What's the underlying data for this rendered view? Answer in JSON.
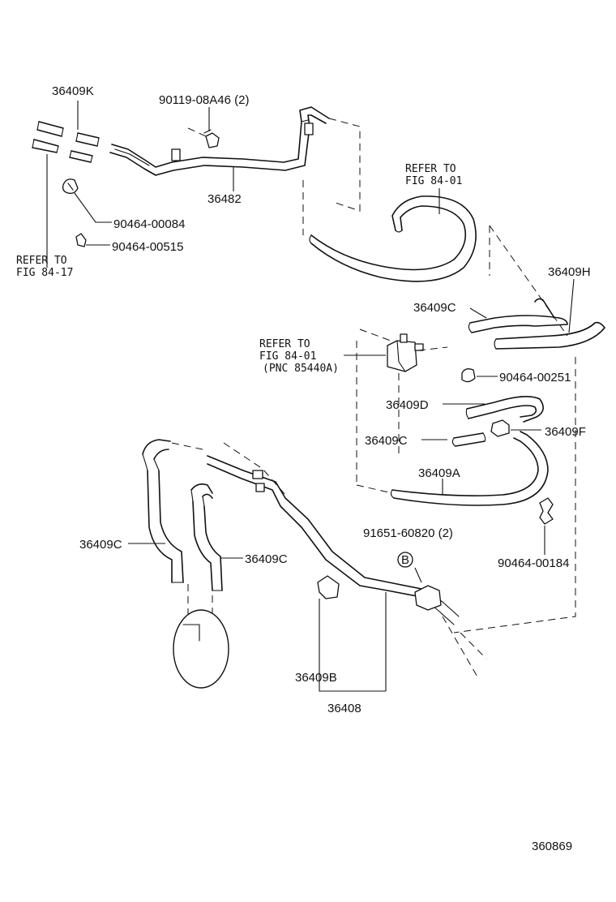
{
  "labels": {
    "p36409K": "36409K",
    "p90119": "90119-08A46 (2)",
    "p36482": "36482",
    "p90464_00084": "90464-00084",
    "p90464_00515": "90464-00515",
    "refer_84_17_a": "REFER TO",
    "refer_84_17_b": "FIG 84-17",
    "refer_84_01_top_a": "REFER TO",
    "refer_84_01_top_b": "FIG 84-01",
    "p36409H": "36409H",
    "p36409C_top": "36409C",
    "refer_84_01_mid_a": "REFER TO",
    "refer_84_01_mid_b": "FIG 84-01",
    "refer_84_01_mid_c": "(PNC 85440A)",
    "p90464_00251": "90464-00251",
    "p36409D": "36409D",
    "p36409F": "36409F",
    "p36409C_mid": "36409C",
    "p36409A": "36409A",
    "p91651": "91651-60820 (2)",
    "b_marker": "B",
    "p90464_00184": "90464-00184",
    "p36409C_left": "36409C",
    "p36409C_right": "36409C",
    "p36409B": "36409B",
    "p36408": "36408",
    "figure_id": "360869"
  }
}
